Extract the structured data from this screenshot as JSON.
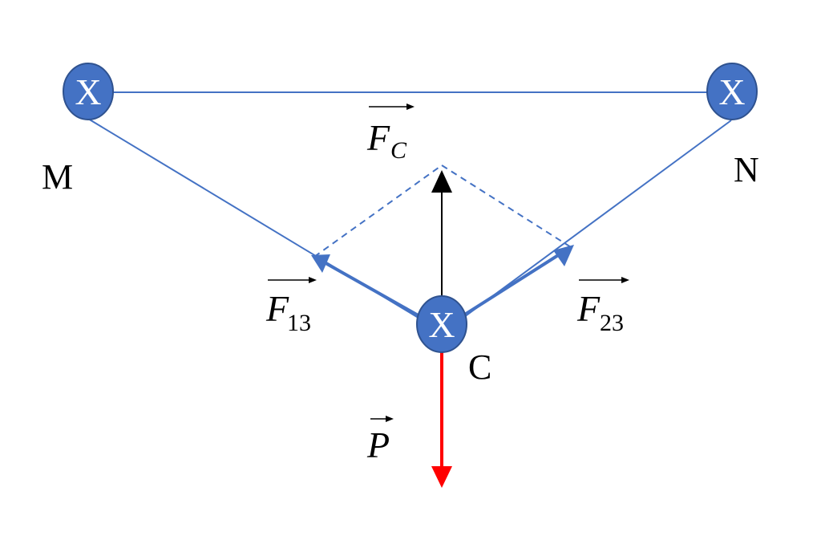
{
  "points": {
    "M": {
      "label": "M"
    },
    "N": {
      "label": "N"
    },
    "C": {
      "label": "C"
    }
  },
  "node_marker": {
    "letter": "X"
  },
  "vectors": {
    "F13": {
      "symbol": "F",
      "subscript": "13"
    },
    "F23": {
      "symbol": "F",
      "subscript": "23"
    },
    "FC": {
      "symbol": "F",
      "subscript": "C"
    },
    "P": {
      "symbol": "P"
    }
  },
  "colors": {
    "line_blue": "#4472C4",
    "node_fill": "#4472C4",
    "node_stroke": "#2F528F",
    "resultant": "#000000",
    "weight": "#FF0000"
  }
}
